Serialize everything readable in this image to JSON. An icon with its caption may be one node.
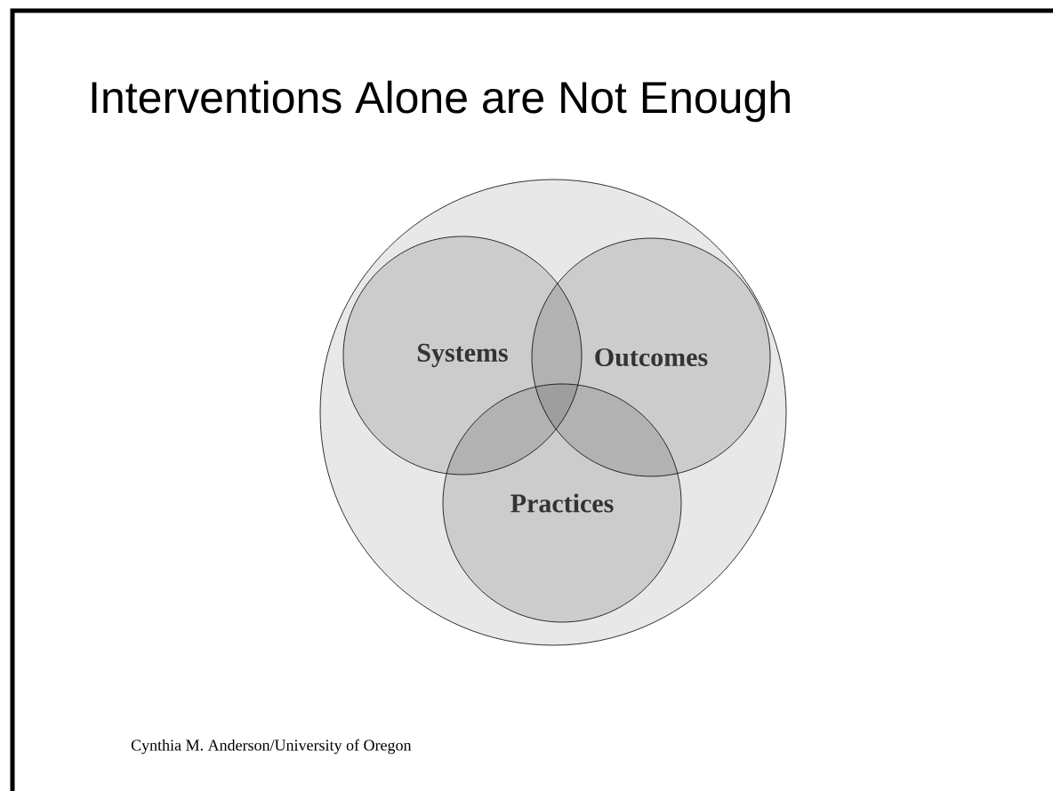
{
  "diagram": {
    "title": "Interventions Alone are Not Enough",
    "nodes": [
      {
        "text": [],
        "shape": "circle"
      },
      {
        "text": [
          "Systems"
        ],
        "in": 0
      },
      {
        "text": [
          "Outcomes"
        ],
        "in": 0
      },
      {
        "text": [
          "Practices"
        ],
        "in": 0
      }
    ],
    "labels": [
      "Cynthia M. Anderson/University of Oregon"
    ]
  }
}
